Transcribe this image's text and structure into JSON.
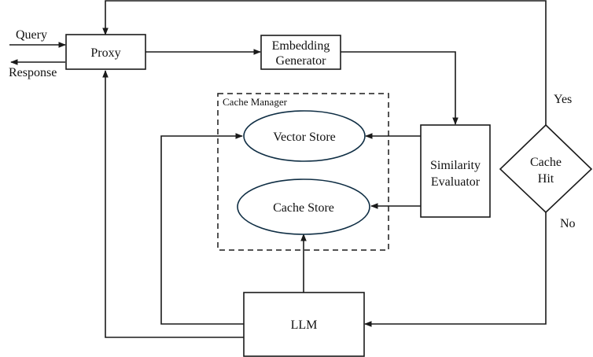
{
  "diagram": {
    "nodes": {
      "proxy": {
        "label": "Proxy"
      },
      "embedding_generator": {
        "line1": "Embedding",
        "line2": "Generator"
      },
      "cache_manager": {
        "label": "Cache Manager"
      },
      "vector_store": {
        "label": "Vector Store"
      },
      "cache_store": {
        "label": "Cache Store"
      },
      "similarity_evaluator": {
        "line1": "Similarity",
        "line2": "Evaluator"
      },
      "cache_hit": {
        "line1": "Cache",
        "line2": "Hit"
      },
      "llm": {
        "label": "LLM"
      }
    },
    "io_labels": {
      "query": "Query",
      "response": "Response"
    },
    "edge_labels": {
      "yes": "Yes",
      "no": "No"
    },
    "edges": [
      {
        "from": "external",
        "to": "proxy",
        "label": "Query"
      },
      {
        "from": "proxy",
        "to": "external",
        "label": "Response"
      },
      {
        "from": "proxy",
        "to": "embedding_generator"
      },
      {
        "from": "embedding_generator",
        "to": "similarity_evaluator"
      },
      {
        "from": "similarity_evaluator",
        "to": "vector_store"
      },
      {
        "from": "similarity_evaluator",
        "to": "cache_store"
      },
      {
        "from": "cache_hit",
        "to": "proxy",
        "label": "Yes"
      },
      {
        "from": "cache_hit",
        "to": "llm",
        "label": "No"
      },
      {
        "from": "llm",
        "to": "cache_store"
      },
      {
        "from": "llm",
        "to": "vector_store"
      },
      {
        "from": "llm",
        "to": "proxy"
      }
    ]
  }
}
